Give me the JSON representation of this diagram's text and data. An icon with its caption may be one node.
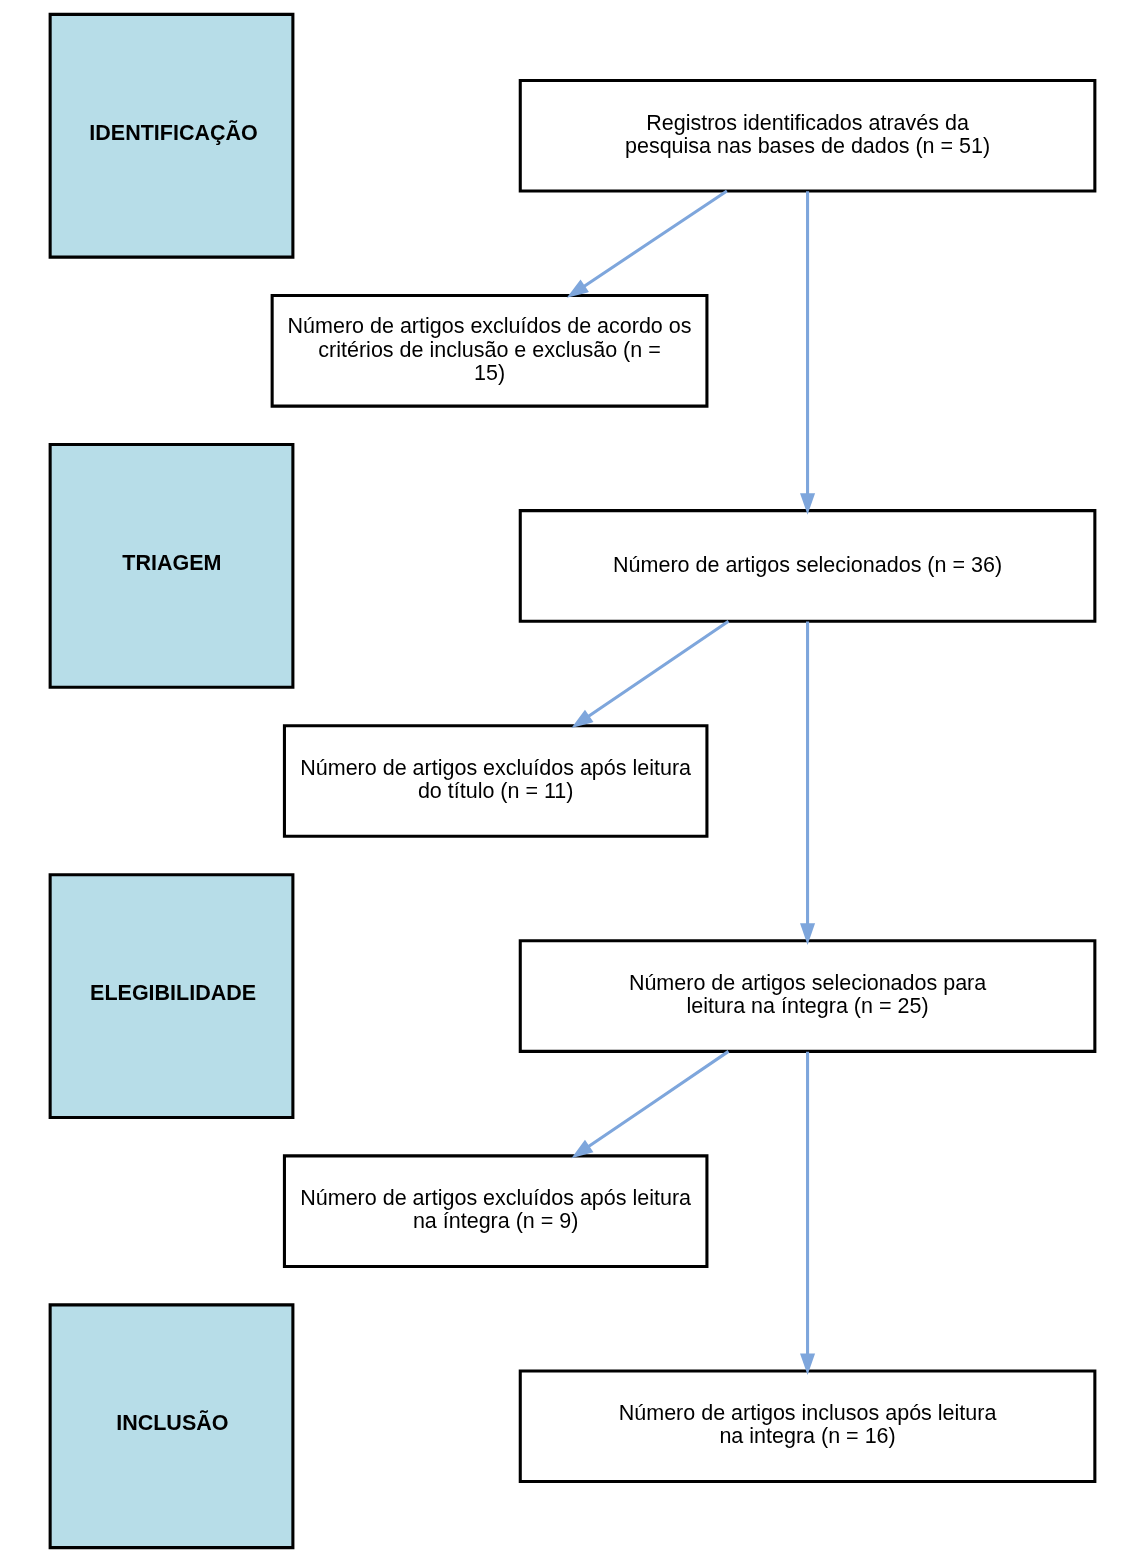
{
  "diagram": {
    "nodes": [
      {
        "text": [
          "IDENTIFICAÇÃO"
        ]
      },
      {
        "text": [
          "Registros identificados através da pesquisa nas bases de dados (n = 51)"
        ]
      },
      {
        "text": [
          "Número de artigos excluídos de acordo os critérios de inclusão e exclusão (n = 15)"
        ]
      },
      {
        "text": [
          "TRIAGEM"
        ]
      },
      {
        "text": [
          "Número de artigos selecionados (n = 36)"
        ]
      },
      {
        "text": [
          "Número de artigos excluídos após leitura do título (n = 11)"
        ]
      },
      {
        "text": [
          "ELEGIBILIDADE"
        ]
      },
      {
        "text": [
          "Número de artigos selecionados para leitura na íntegra (n = 25)"
        ]
      },
      {
        "text": [
          "Número de artigos excluídos após leitura na íntegra (n = 9)"
        ]
      },
      {
        "text": [
          "INCLUSÃO"
        ]
      },
      {
        "text": [
          "Número de artigos inclusos após leitura na integra (n = 16)"
        ]
      }
    ],
    "edges": [
      {
        "from": 1,
        "to": 4,
        "arrow": "to"
      },
      {
        "from": 1,
        "to": 2,
        "arrow": "to"
      },
      {
        "from": 4,
        "to": 7,
        "arrow": "to"
      },
      {
        "from": 4,
        "to": 5,
        "arrow": "to"
      },
      {
        "from": 7,
        "to": 10,
        "arrow": "to"
      },
      {
        "from": 7,
        "to": 8,
        "arrow": "to"
      }
    ]
  }
}
